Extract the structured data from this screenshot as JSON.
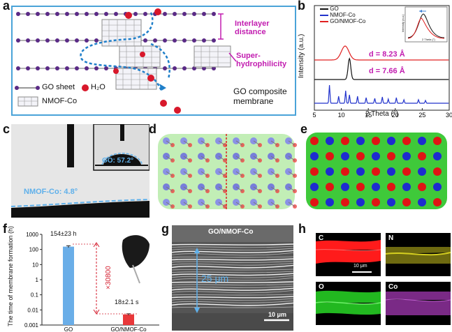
{
  "labels": {
    "a": "a",
    "b": "b",
    "c": "c",
    "d": "d",
    "e": "e",
    "f": "f",
    "g": "g",
    "h": "h"
  },
  "panel_a": {
    "interlayer": "Interlayer distance",
    "superhydro": "Super-hydrophilicity",
    "legend": [
      "GO sheet",
      "H₂O",
      "NMOF-Co"
    ],
    "composite": "GO composite membrane",
    "colors": {
      "frame": "#4aa3d8",
      "sheet_bead": "#5a2a86",
      "arrow": "#1f7fc9",
      "magenta": "#c21db0",
      "water": "#d8182b"
    }
  },
  "panel_b": {
    "ylabel": "Intensity (a.u.)",
    "xlabel": "2 Theta (°)",
    "legend": [
      "GO",
      "NMOF-Co",
      "GO/NMOF-Co"
    ],
    "d1": "d = 8.23 Å",
    "d2": "d = 7.66 Å",
    "inset_ylabel": "Intensity (a.u.)",
    "inset_xlabel": "2 Theta (°)",
    "colors": {
      "go": "#111111",
      "nmof": "#2233cc",
      "gonmof": "#e02020",
      "dtext": "#c21db0"
    }
  },
  "panel_c": {
    "go_angle": "GO: 57.2°",
    "nmof_angle": "NMOF-Co: 4.8°",
    "color": "#5fb0ea"
  },
  "panel_f": {
    "ylabel": "The time of membrane formation (h)",
    "label_go": "154±23 h",
    "label_gonmof": "18±2.1 s",
    "ratio": "×30800",
    "colors": {
      "bar_go": "#6aaee8",
      "bar_gonmof": "#e8383a",
      "ratio": "#d41e2e"
    }
  },
  "panel_g": {
    "title": "GO/NMOF-Co",
    "thickness": "25 μm",
    "scalebar": "10 μm"
  },
  "panel_h": {
    "c": "C",
    "n": "N",
    "o": "O",
    "co": "Co",
    "scalebar": "10 μm"
  },
  "chart_data": [
    {
      "type": "line",
      "xlabel": "2 Theta (°)",
      "ylabel": "Intensity (a.u.)",
      "xlim": [
        5,
        30
      ],
      "xticks": [
        5,
        10,
        15,
        20,
        25,
        30
      ],
      "series": [
        {
          "name": "GO/NMOF-Co",
          "peak_2theta": 10.7,
          "offset": 2.0,
          "shape": "broad peak"
        },
        {
          "name": "GO",
          "peak_2theta": 11.5,
          "offset": 1.0,
          "shape": "sharp peak"
        },
        {
          "name": "NMOF-Co",
          "peaks_2theta": [
            7.8,
            9.5,
            10.8,
            11.5,
            13.0,
            14.6,
            16.2,
            17.6,
            18.7,
            20.2,
            21.6,
            24.3,
            25.6
          ],
          "offset": 0.0
        }
      ]
    },
    {
      "type": "bar",
      "categories": [
        "GO",
        "GO/NMOF-Co"
      ],
      "values": [
        154,
        0.005
      ],
      "errors": [
        23,
        0.0006
      ],
      "ylabel": "The time of membrane formation (h)",
      "yscale": "log",
      "ylim": [
        0.001,
        1000
      ],
      "yticks": [
        "0.001",
        "0.01",
        "0.1",
        "1",
        "10",
        "100",
        "1000"
      ]
    }
  ]
}
